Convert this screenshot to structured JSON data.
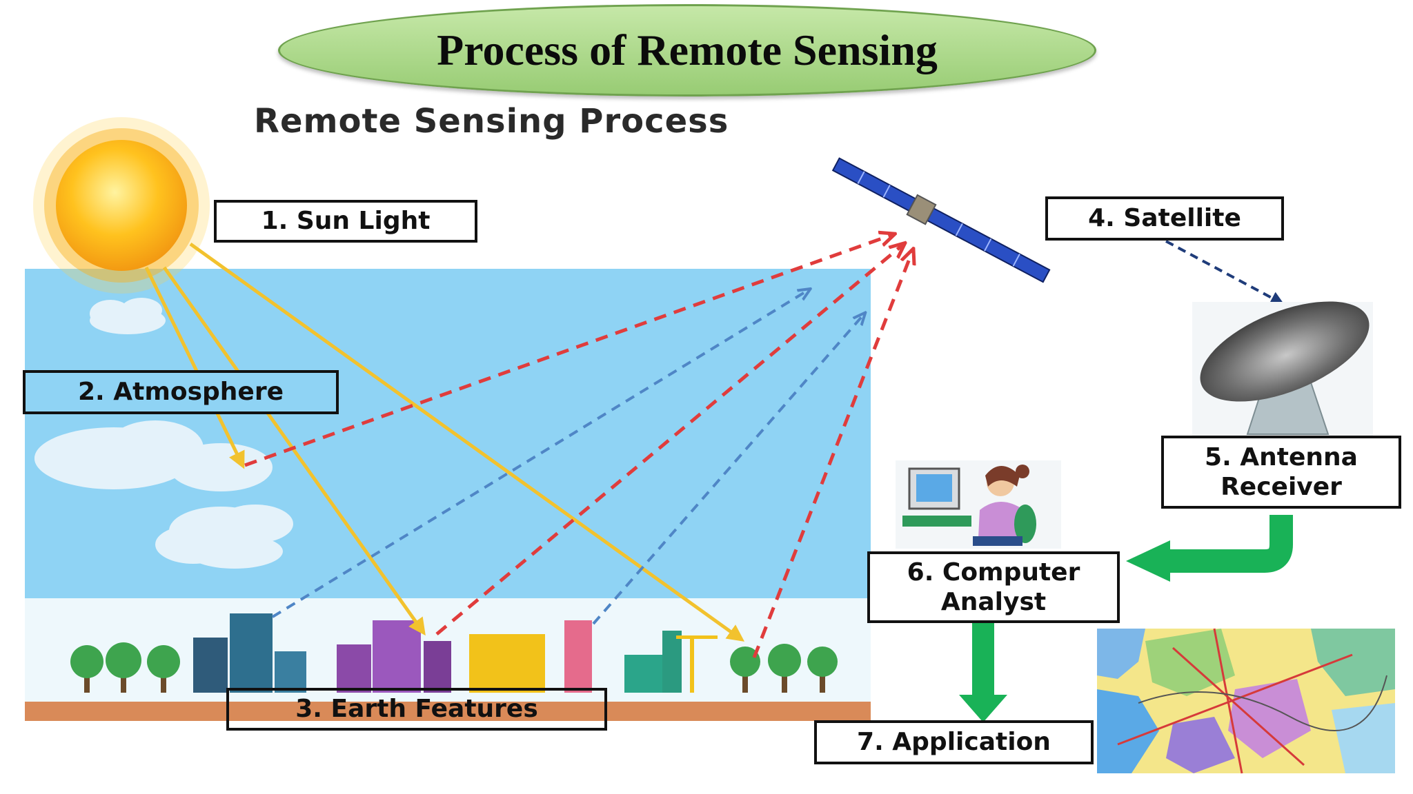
{
  "banner": {
    "title": "Process of Remote Sensing"
  },
  "diagram": {
    "title": "Remote Sensing Process",
    "steps": [
      {
        "lines": [
          "1. Sun Light"
        ],
        "icon": "sun-icon"
      },
      {
        "lines": [
          "2. Atmosphere"
        ],
        "icon": "cloud-icon"
      },
      {
        "lines": [
          "3. Earth Features"
        ],
        "icon": "city-icon"
      },
      {
        "lines": [
          "4. Satellite"
        ],
        "icon": "satellite-icon"
      },
      {
        "lines": [
          "5. Antenna",
          "Receiver"
        ],
        "icon": "antenna-icon"
      },
      {
        "lines": [
          "6. Computer",
          "Analyst"
        ],
        "icon": "analyst-icon"
      },
      {
        "lines": [
          "7. Application"
        ],
        "icon": "map-icon"
      }
    ]
  },
  "colors": {
    "sky": "#8fd3f4",
    "ground": "#d98a58",
    "sun_ray": "#f2c22e",
    "reflected": "#e03c3c",
    "scattered": "#4f86c6",
    "downlink": "#1f3c7a",
    "flow": "#19b257"
  }
}
